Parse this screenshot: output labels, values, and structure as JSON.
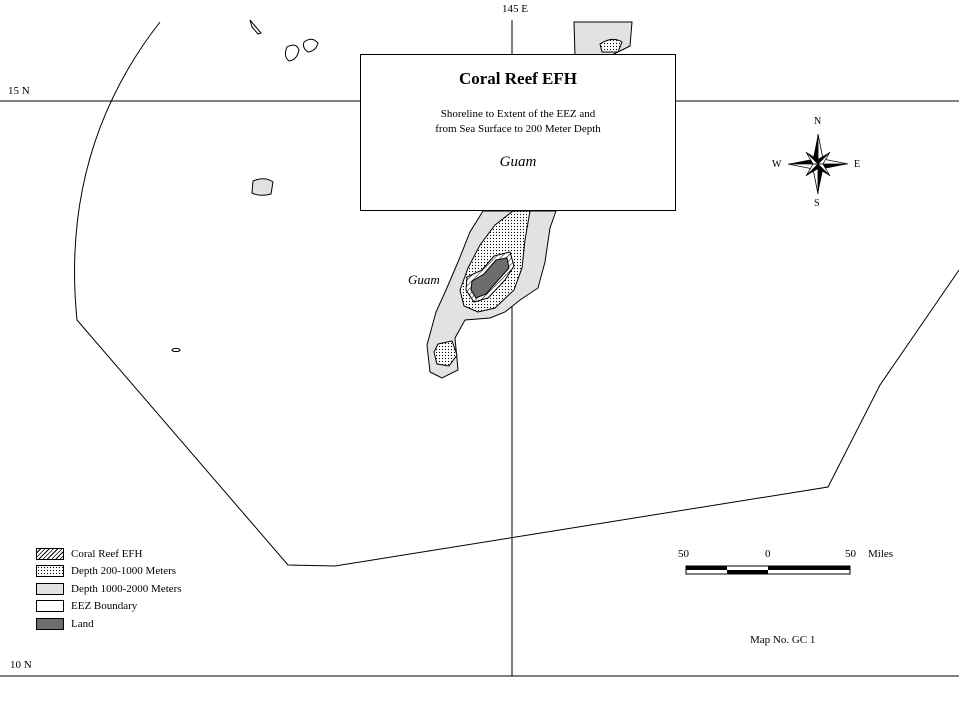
{
  "title_box": {
    "title": "Coral Reef EFH",
    "subtitle_line1": "Shoreline to Extent of the EEZ and",
    "subtitle_line2": "from Sea Surface to 200 Meter Depth",
    "region": "Guam"
  },
  "grid": {
    "longitude_label": "145 E",
    "latitude_top_label": "15 N",
    "latitude_bottom_label": "10 N"
  },
  "island_label": "Guam",
  "compass": {
    "north": "N",
    "south": "S",
    "east": "E",
    "west": "W"
  },
  "legend": [
    {
      "label": "Coral Reef EFH",
      "swatch": "hatched"
    },
    {
      "label": "Depth 200-1000 Meters",
      "swatch": "dotted"
    },
    {
      "label": "Depth 1000-2000 Meters",
      "swatch": "light-gray"
    },
    {
      "label": "EEZ Boundary",
      "swatch": "white"
    },
    {
      "label": "Land",
      "swatch": "dark-gray"
    }
  ],
  "scale_bar": {
    "left": "50",
    "center": "0",
    "right": "50",
    "unit": "Miles"
  },
  "map_number": "Map No. GC 1",
  "colors": {
    "land": "#6d6d6d",
    "depth_1000_2000": "#e2e2e2",
    "line": "#000000"
  }
}
